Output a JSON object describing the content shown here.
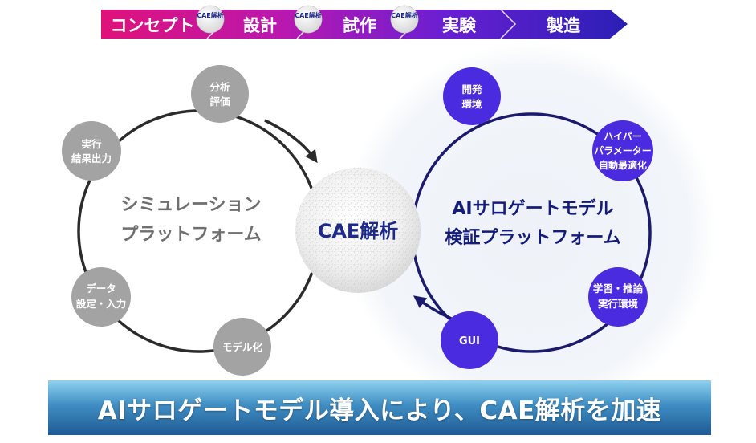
{
  "process_bar": {
    "steps": [
      "コンセプト",
      "設計",
      "試作",
      "実験",
      "製造"
    ],
    "badge_label": "CAE解析"
  },
  "center": {
    "label": "CAE解析"
  },
  "simulation_platform": {
    "title_lines": [
      "シミュレーション",
      "プラットフォーム"
    ],
    "nodes": [
      {
        "lines": [
          "分析",
          "評価"
        ]
      },
      {
        "lines": [
          "実行",
          "結果出力"
        ]
      },
      {
        "lines": [
          "データ",
          "設定・入力"
        ]
      },
      {
        "lines": [
          "モデル化"
        ]
      }
    ]
  },
  "surrogate_platform": {
    "title_lines": [
      "AIサロゲートモデル",
      "検証プラットフォーム"
    ],
    "nodes": [
      {
        "lines": [
          "開発",
          "環境"
        ]
      },
      {
        "lines": [
          "ハイパー",
          "パラメーター",
          "自動最適化"
        ]
      },
      {
        "lines": [
          "学習・推論",
          "実行環境"
        ]
      },
      {
        "lines": [
          "GUI"
        ]
      }
    ]
  },
  "banner": {
    "text": "AIサロゲートモデル導入により、CAE解析を加速"
  },
  "colors": {
    "gray_node": "#a3a3a3",
    "purple_node": "#4a2be0",
    "dark_ring": "#2b2b2b",
    "navy_ring": "#1b1a6e",
    "center_text": "#1d2a8a",
    "banner_top": "#8fd1ef",
    "banner_bottom": "#1f5a94"
  }
}
